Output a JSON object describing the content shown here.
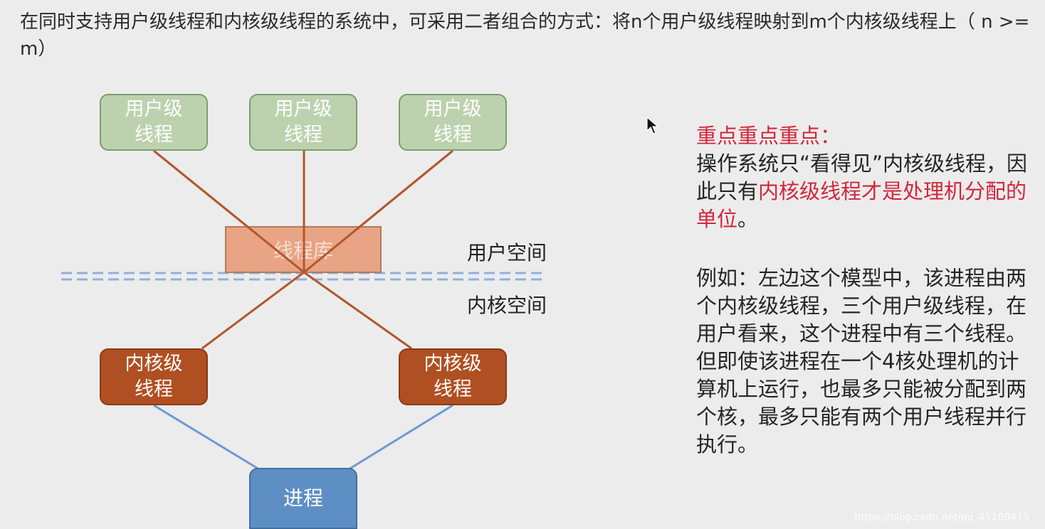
{
  "intro_text": "在同时支持用户级线程和内核级线程的系统中，可采用二者组合的方式：将n个用户级线程映射到m个内核级线程上（ n >= m）",
  "diagram": {
    "user_threads": [
      {
        "label": "用户级\n线程"
      },
      {
        "label": "用户级\n线程"
      },
      {
        "label": "用户级\n线程"
      }
    ],
    "thread_library": "线程库",
    "kernel_threads": [
      {
        "label": "内核级\n线程"
      },
      {
        "label": "内核级\n线程"
      }
    ],
    "process": "进程",
    "user_space_label": "用户空间",
    "kernel_space_label": "内核空间",
    "colors": {
      "user_thread": "#bcd2ae",
      "kernel_thread": "#b04f22",
      "process": "#5e8fc4",
      "library": "#e8a484",
      "mapping_line": "#b1582c",
      "process_line": "#6b9ad0",
      "divider": "#8fb0de"
    }
  },
  "notes": {
    "heading": "重点重点重点：",
    "para1_a": "操作系统只“看得见”内核级线程，因此只有",
    "para1_red": "内核级线程才是处理机分配的单位",
    "para1_end": "。",
    "para2": "例如：左边这个模型中，该进程由两个内核级线程，三个用户级线程，在用户看来，这个进程中有三个线程。但即使该进程在一个4核处理机的计算机上运行，也最多只能被分配到两个核，最多只能有两个用户线程并行执行。"
  },
  "watermark": "https://blog.csdn.net/qq_45108415"
}
